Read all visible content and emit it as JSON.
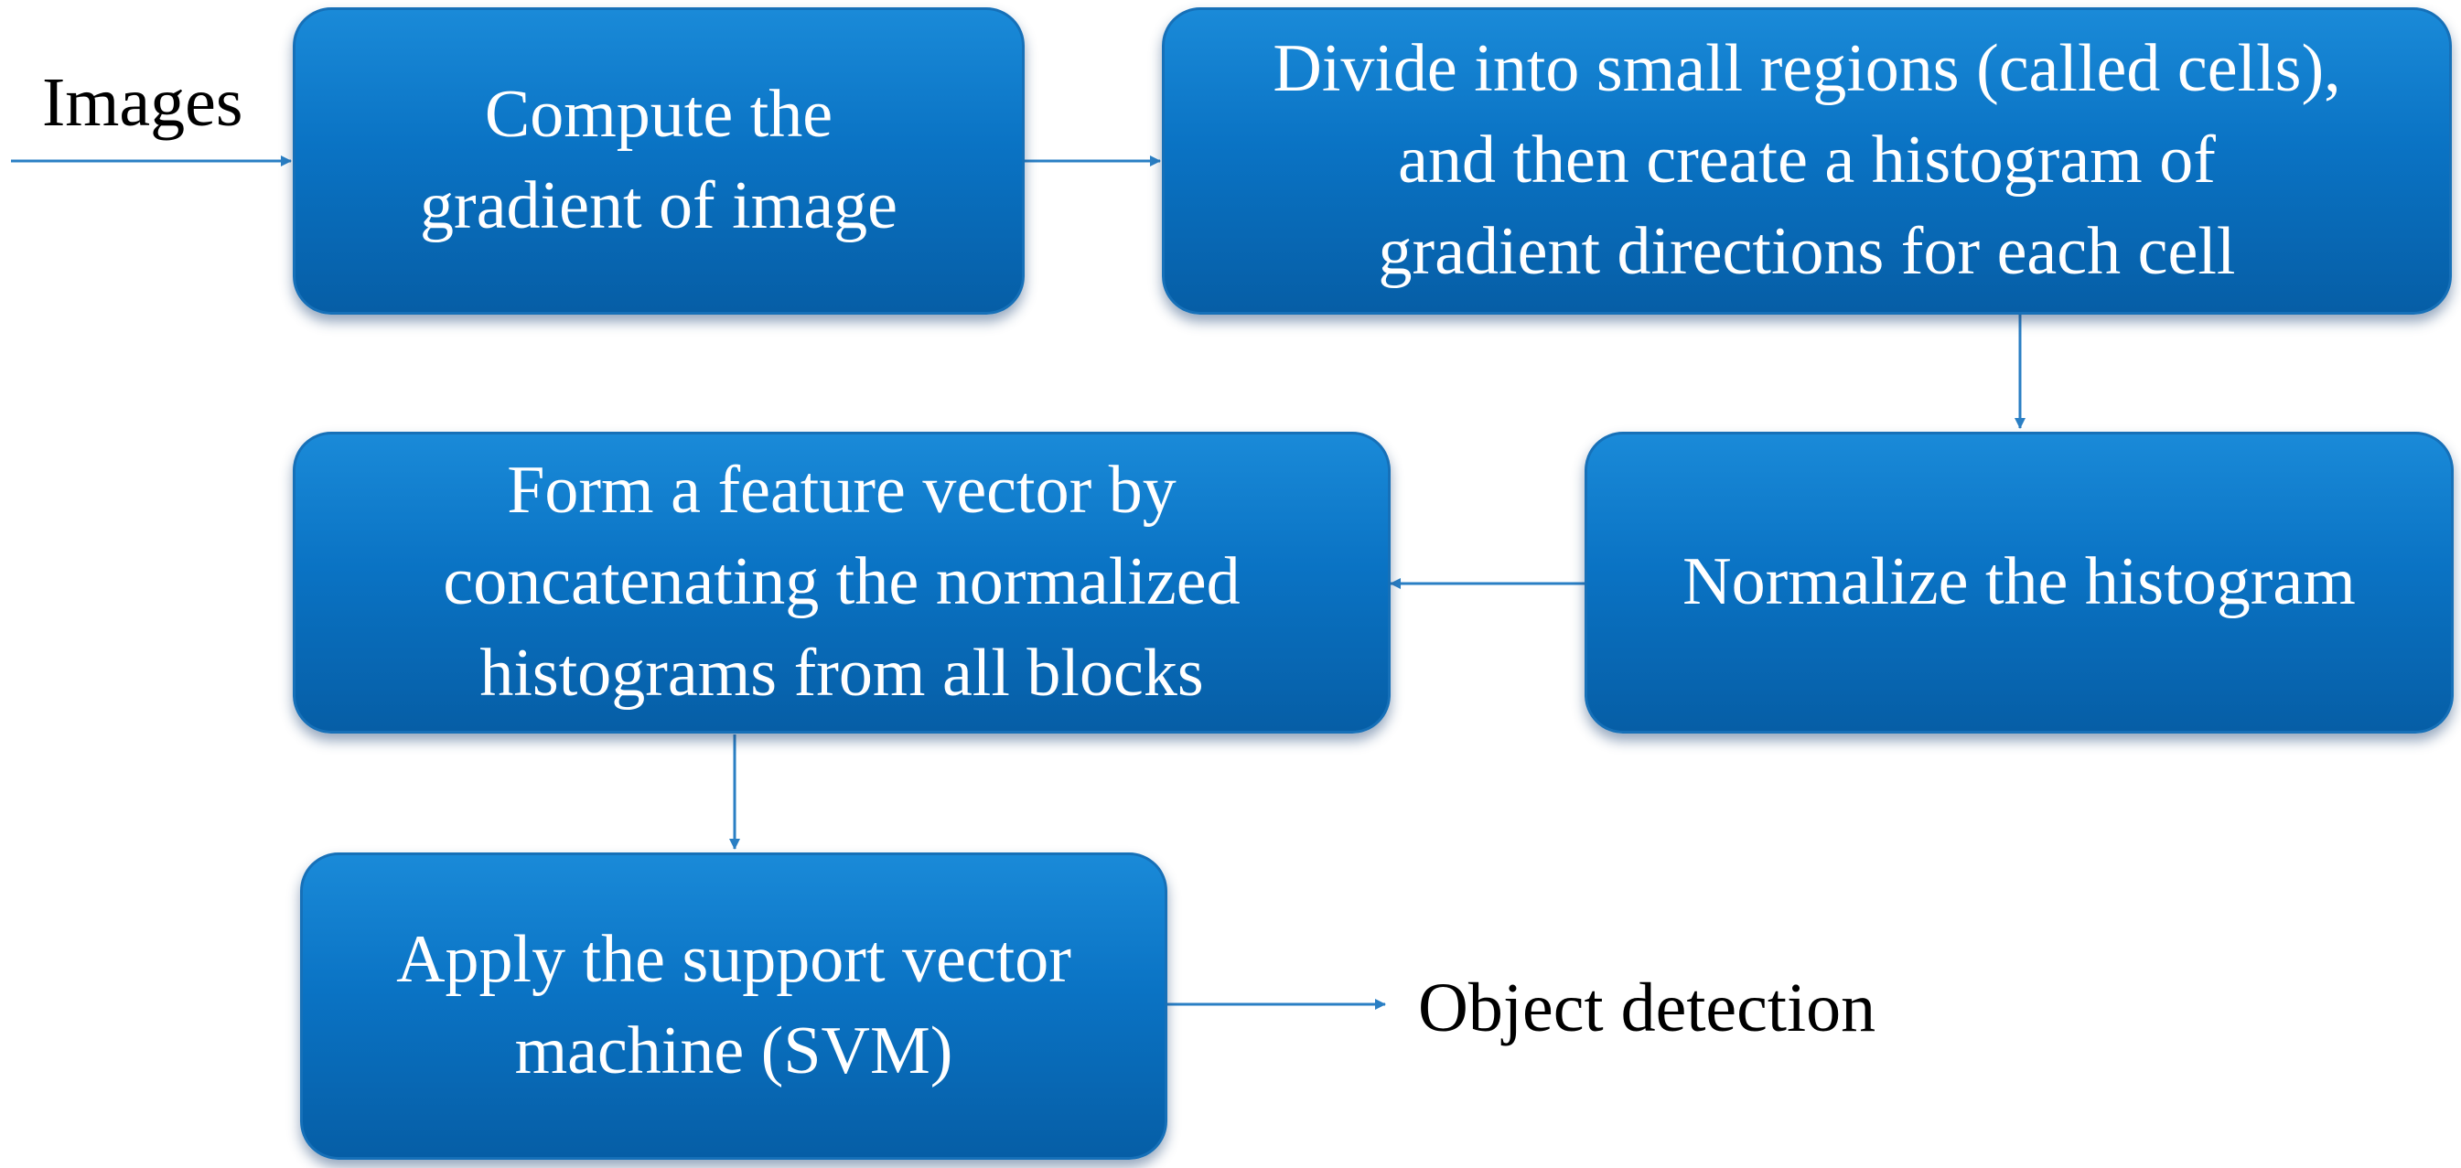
{
  "input_label": "Images",
  "output_label": "Object detection",
  "steps": [
    {
      "text": "Compute the\ngradient of image"
    },
    {
      "text": "Divide into small regions (called cells),\nand then create a histogram of\ngradient directions for each cell"
    },
    {
      "text": "Normalize the histogram"
    },
    {
      "text": "Form a feature vector by\nconcatenating the normalized\nhistograms from all blocks"
    },
    {
      "text": "Apply the support vector\nmachine (SVM)"
    }
  ],
  "colors": {
    "box_top": "#1a8ad8",
    "box_bottom": "#065ea6",
    "arrow": "#2a7fc4"
  }
}
